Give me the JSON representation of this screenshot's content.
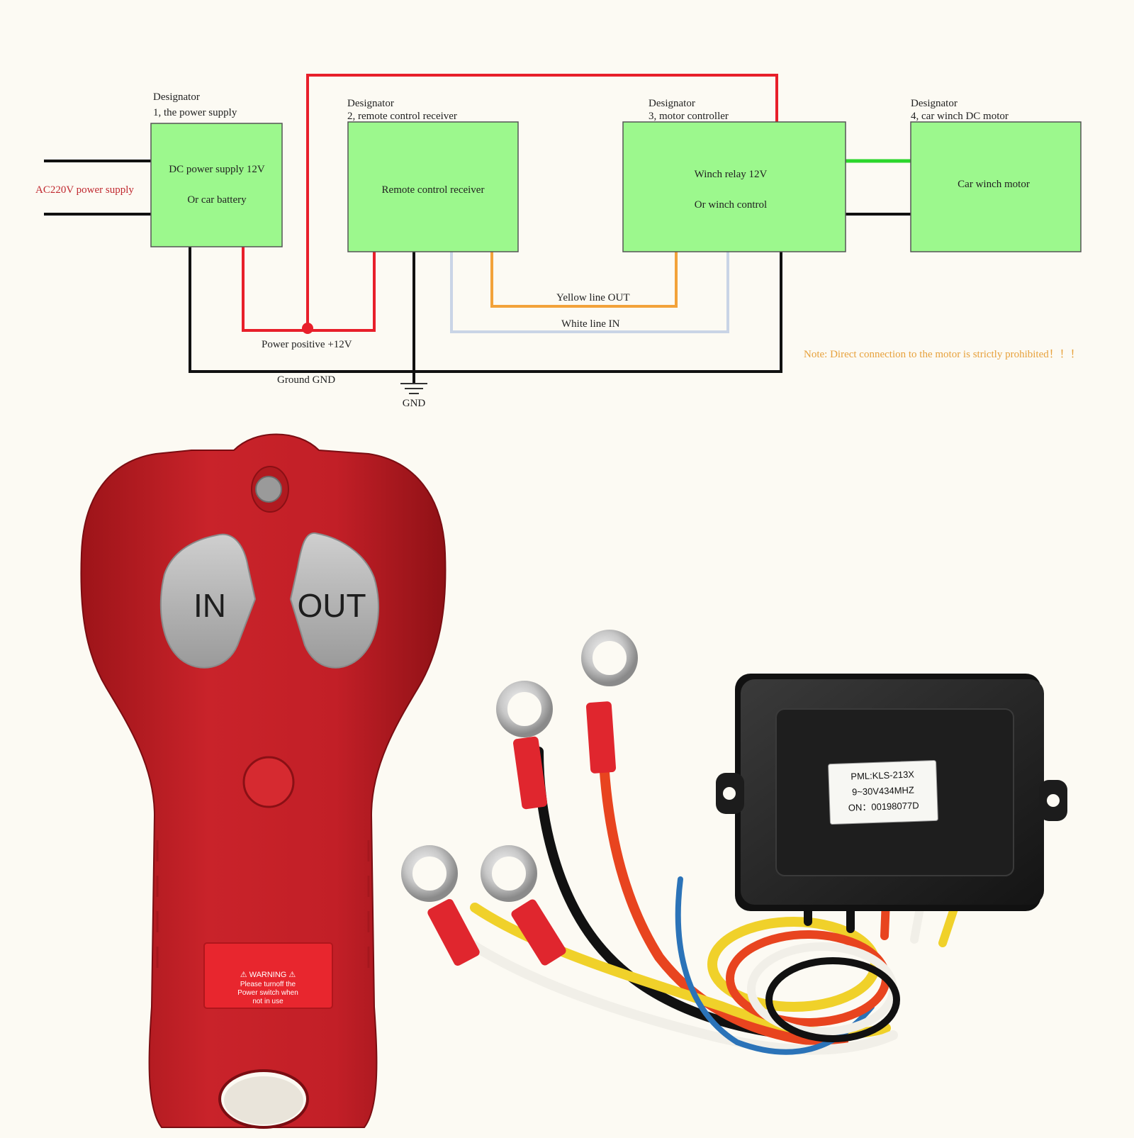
{
  "diagram": {
    "ac_label": "AC220V power supply",
    "blocks": [
      {
        "designator": "Designator",
        "subtitle": "1, the power supply",
        "line1": "DC power supply 12V",
        "line2": "Or car battery"
      },
      {
        "designator": "Designator",
        "subtitle": "2, remote control receiver",
        "line1": "Remote control receiver",
        "line2": ""
      },
      {
        "designator": "Designator",
        "subtitle": "3, motor controller",
        "line1": "Winch relay 12V",
        "line2": "Or winch control"
      },
      {
        "designator": "Designator",
        "subtitle": "4, car winch DC motor",
        "line1": "Car winch motor",
        "line2": ""
      }
    ],
    "yellow_line_label": "Yellow line   OUT",
    "white_line_label": "White line   IN",
    "power_positive_label": "Power positive +12V",
    "ground_label": "Ground   GND",
    "gnd_symbol_label": "GND",
    "note": "Note: Direct connection to the motor is strictly prohibited！！！",
    "colors": {
      "block_fill": "#9cf88d",
      "wire_red": "#e81f2a",
      "wire_black": "#111111",
      "wire_orange": "#f2a23a",
      "wire_white": "#c9d4e6",
      "wire_green": "#2bd62b",
      "ac_text": "#c0282f",
      "note_text": "#e7a13c"
    }
  },
  "remote": {
    "btn_in": "IN",
    "btn_out": "OUT",
    "warning_title": "WARNING",
    "warning_lines": [
      "Please turnoff the",
      "Power switch when",
      "not in use"
    ]
  },
  "receiver": {
    "label_lines": [
      "PML:KLS-213X",
      "9~30V434MHZ",
      "ON：00198077D"
    ]
  }
}
